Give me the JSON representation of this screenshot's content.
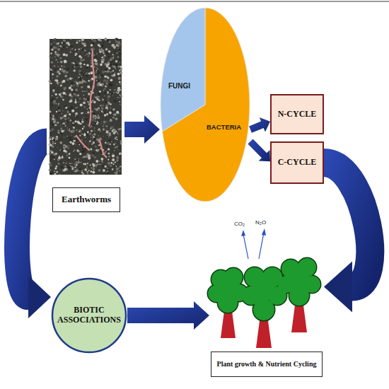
{
  "diagram": {
    "nodes": [
      {
        "text": [
          "Earthworms"
        ]
      },
      {
        "text": [
          "FUNGI",
          "BACTERIA"
        ]
      },
      {
        "text": [
          "N-CYCLE"
        ]
      },
      {
        "text": [
          "C-CYCLE"
        ]
      },
      {
        "text": [
          "BIOTIC ASSOCIATIONS"
        ]
      },
      {
        "text": [
          "Plant growth & Nutrient Cycling"
        ]
      }
    ],
    "edges": [
      {
        "from": 0,
        "to": 1,
        "arrow": "to"
      },
      {
        "from": 1,
        "to": 2,
        "arrow": "to"
      },
      {
        "from": 1,
        "to": 3,
        "arrow": "to"
      },
      {
        "from": 3,
        "to": 5,
        "arrow": "to"
      },
      {
        "from": 0,
        "to": 4,
        "arrow": "to"
      },
      {
        "from": 4,
        "to": 5,
        "arrow": "to"
      }
    ],
    "labels": [
      "CO₂",
      "N₂O"
    ]
  }
}
